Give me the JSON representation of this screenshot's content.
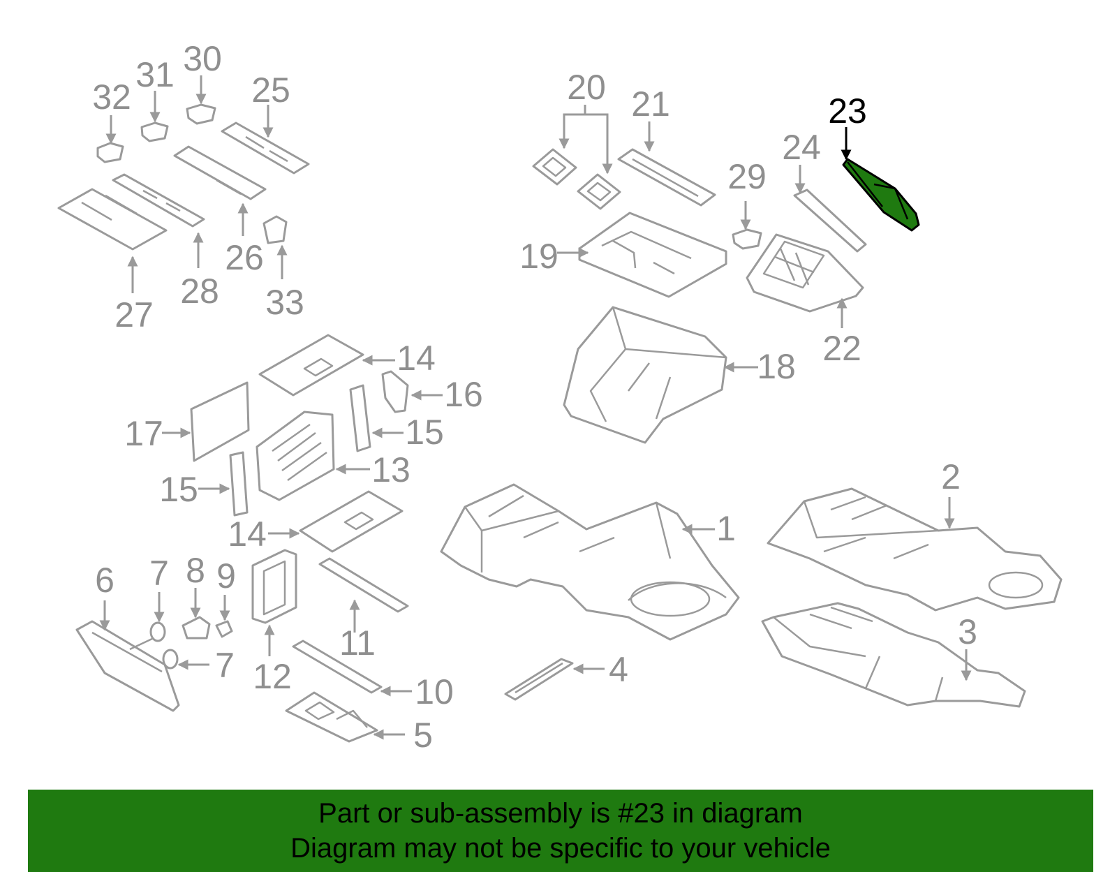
{
  "diagram": {
    "highlight_part": "23",
    "highlight_color": "#1f7a10",
    "line_color": "#9a9a9a",
    "callouts": [
      {
        "id": "c1",
        "label": "1"
      },
      {
        "id": "c2",
        "label": "2"
      },
      {
        "id": "c3",
        "label": "3"
      },
      {
        "id": "c4",
        "label": "4"
      },
      {
        "id": "c5",
        "label": "5"
      },
      {
        "id": "c6",
        "label": "6"
      },
      {
        "id": "c7a",
        "label": "7"
      },
      {
        "id": "c7b",
        "label": "7"
      },
      {
        "id": "c8",
        "label": "8"
      },
      {
        "id": "c9",
        "label": "9"
      },
      {
        "id": "c10",
        "label": "10"
      },
      {
        "id": "c11",
        "label": "11"
      },
      {
        "id": "c12",
        "label": "12"
      },
      {
        "id": "c13",
        "label": "13"
      },
      {
        "id": "c14a",
        "label": "14"
      },
      {
        "id": "c14b",
        "label": "14"
      },
      {
        "id": "c15a",
        "label": "15"
      },
      {
        "id": "c15b",
        "label": "15"
      },
      {
        "id": "c16",
        "label": "16"
      },
      {
        "id": "c17",
        "label": "17"
      },
      {
        "id": "c18",
        "label": "18"
      },
      {
        "id": "c19",
        "label": "19"
      },
      {
        "id": "c20",
        "label": "20"
      },
      {
        "id": "c21",
        "label": "21"
      },
      {
        "id": "c22",
        "label": "22"
      },
      {
        "id": "c23",
        "label": "23"
      },
      {
        "id": "c24",
        "label": "24"
      },
      {
        "id": "c25",
        "label": "25"
      },
      {
        "id": "c26",
        "label": "26"
      },
      {
        "id": "c27",
        "label": "27"
      },
      {
        "id": "c28",
        "label": "28"
      },
      {
        "id": "c29",
        "label": "29"
      },
      {
        "id": "c30",
        "label": "30"
      },
      {
        "id": "c31",
        "label": "31"
      },
      {
        "id": "c32",
        "label": "32"
      },
      {
        "id": "c33",
        "label": "33"
      }
    ]
  },
  "banner": {
    "line1": "Part or sub-assembly is #23 in diagram",
    "line2": "Diagram may not be specific to your vehicle",
    "background": "#1f7a10"
  }
}
